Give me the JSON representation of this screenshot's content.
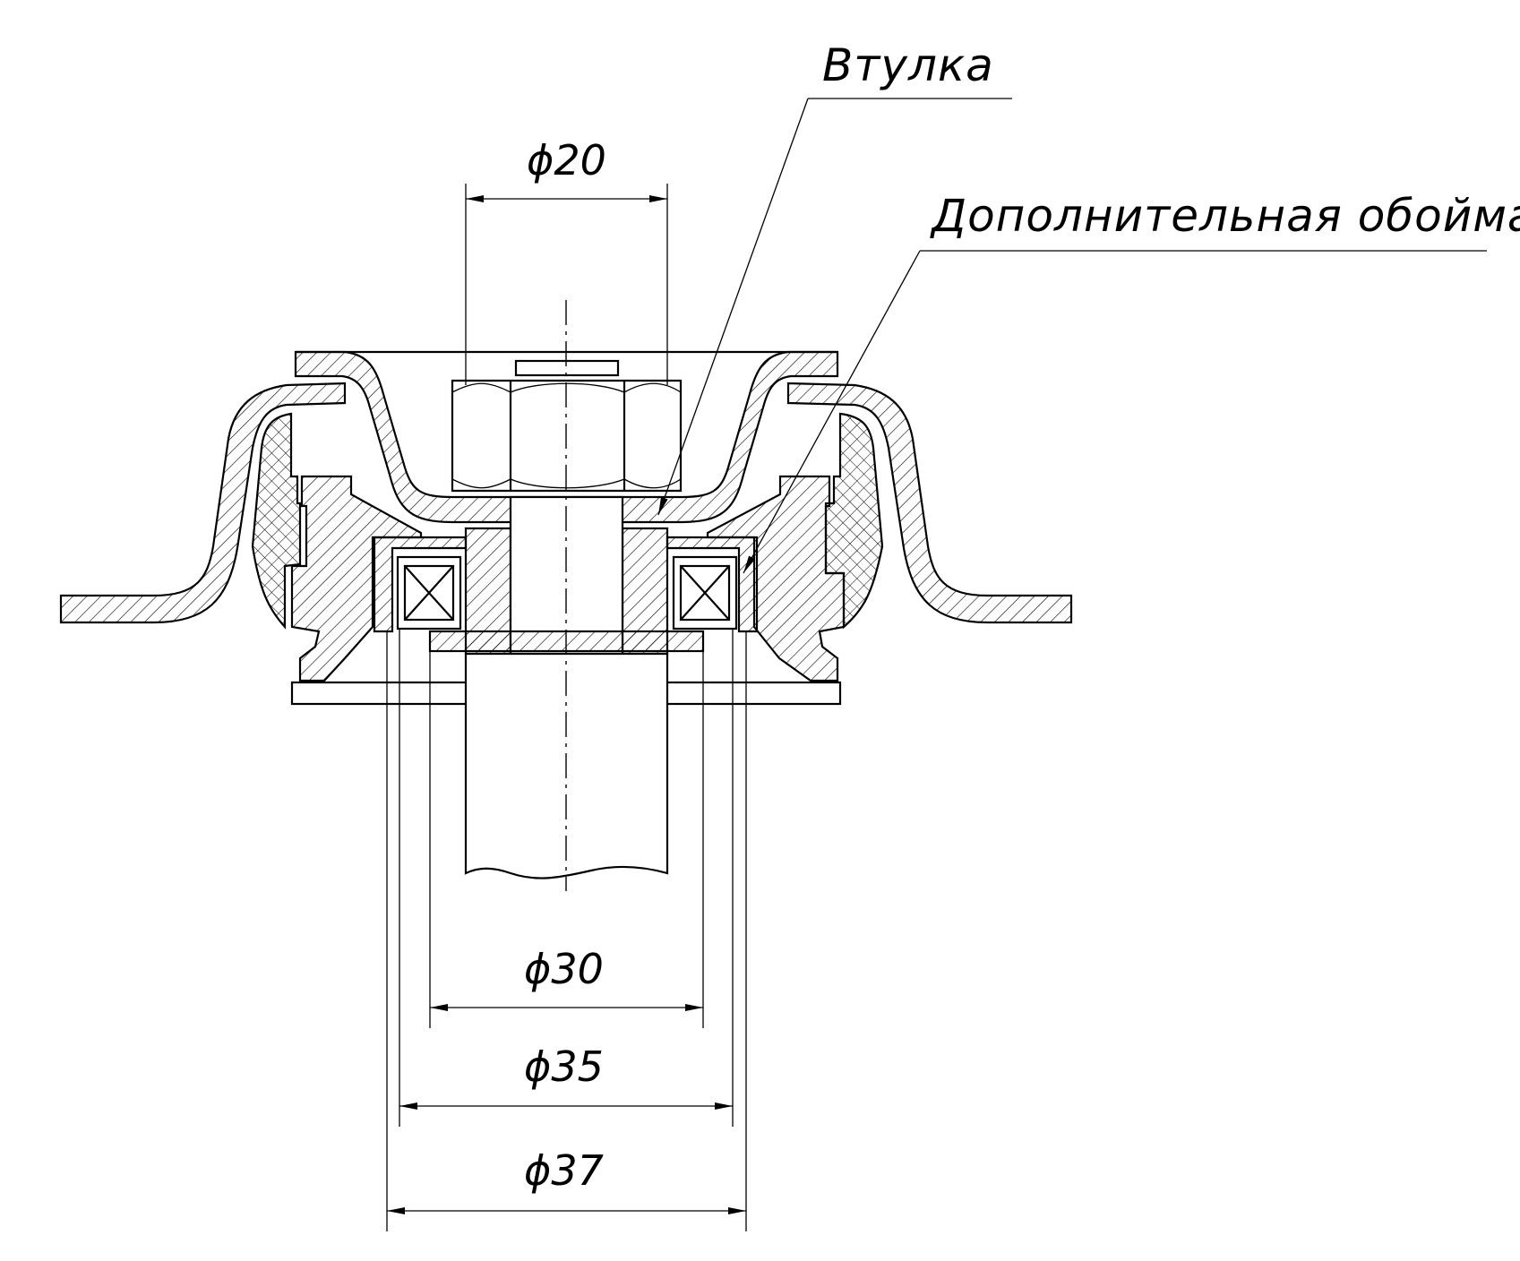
{
  "title": "",
  "callouts": [
    {
      "id": "bushing",
      "text": "Втулка"
    },
    {
      "id": "extra-cage",
      "text": "Дополнительная обойма"
    }
  ],
  "dimensions": [
    {
      "id": "d20",
      "text": "ϕ20"
    },
    {
      "id": "d30",
      "text": "ϕ30"
    },
    {
      "id": "d35",
      "text": "ϕ35"
    },
    {
      "id": "d37",
      "text": "ϕ37"
    }
  ],
  "colors": {
    "line": "#000000",
    "background": "#ffffff"
  }
}
